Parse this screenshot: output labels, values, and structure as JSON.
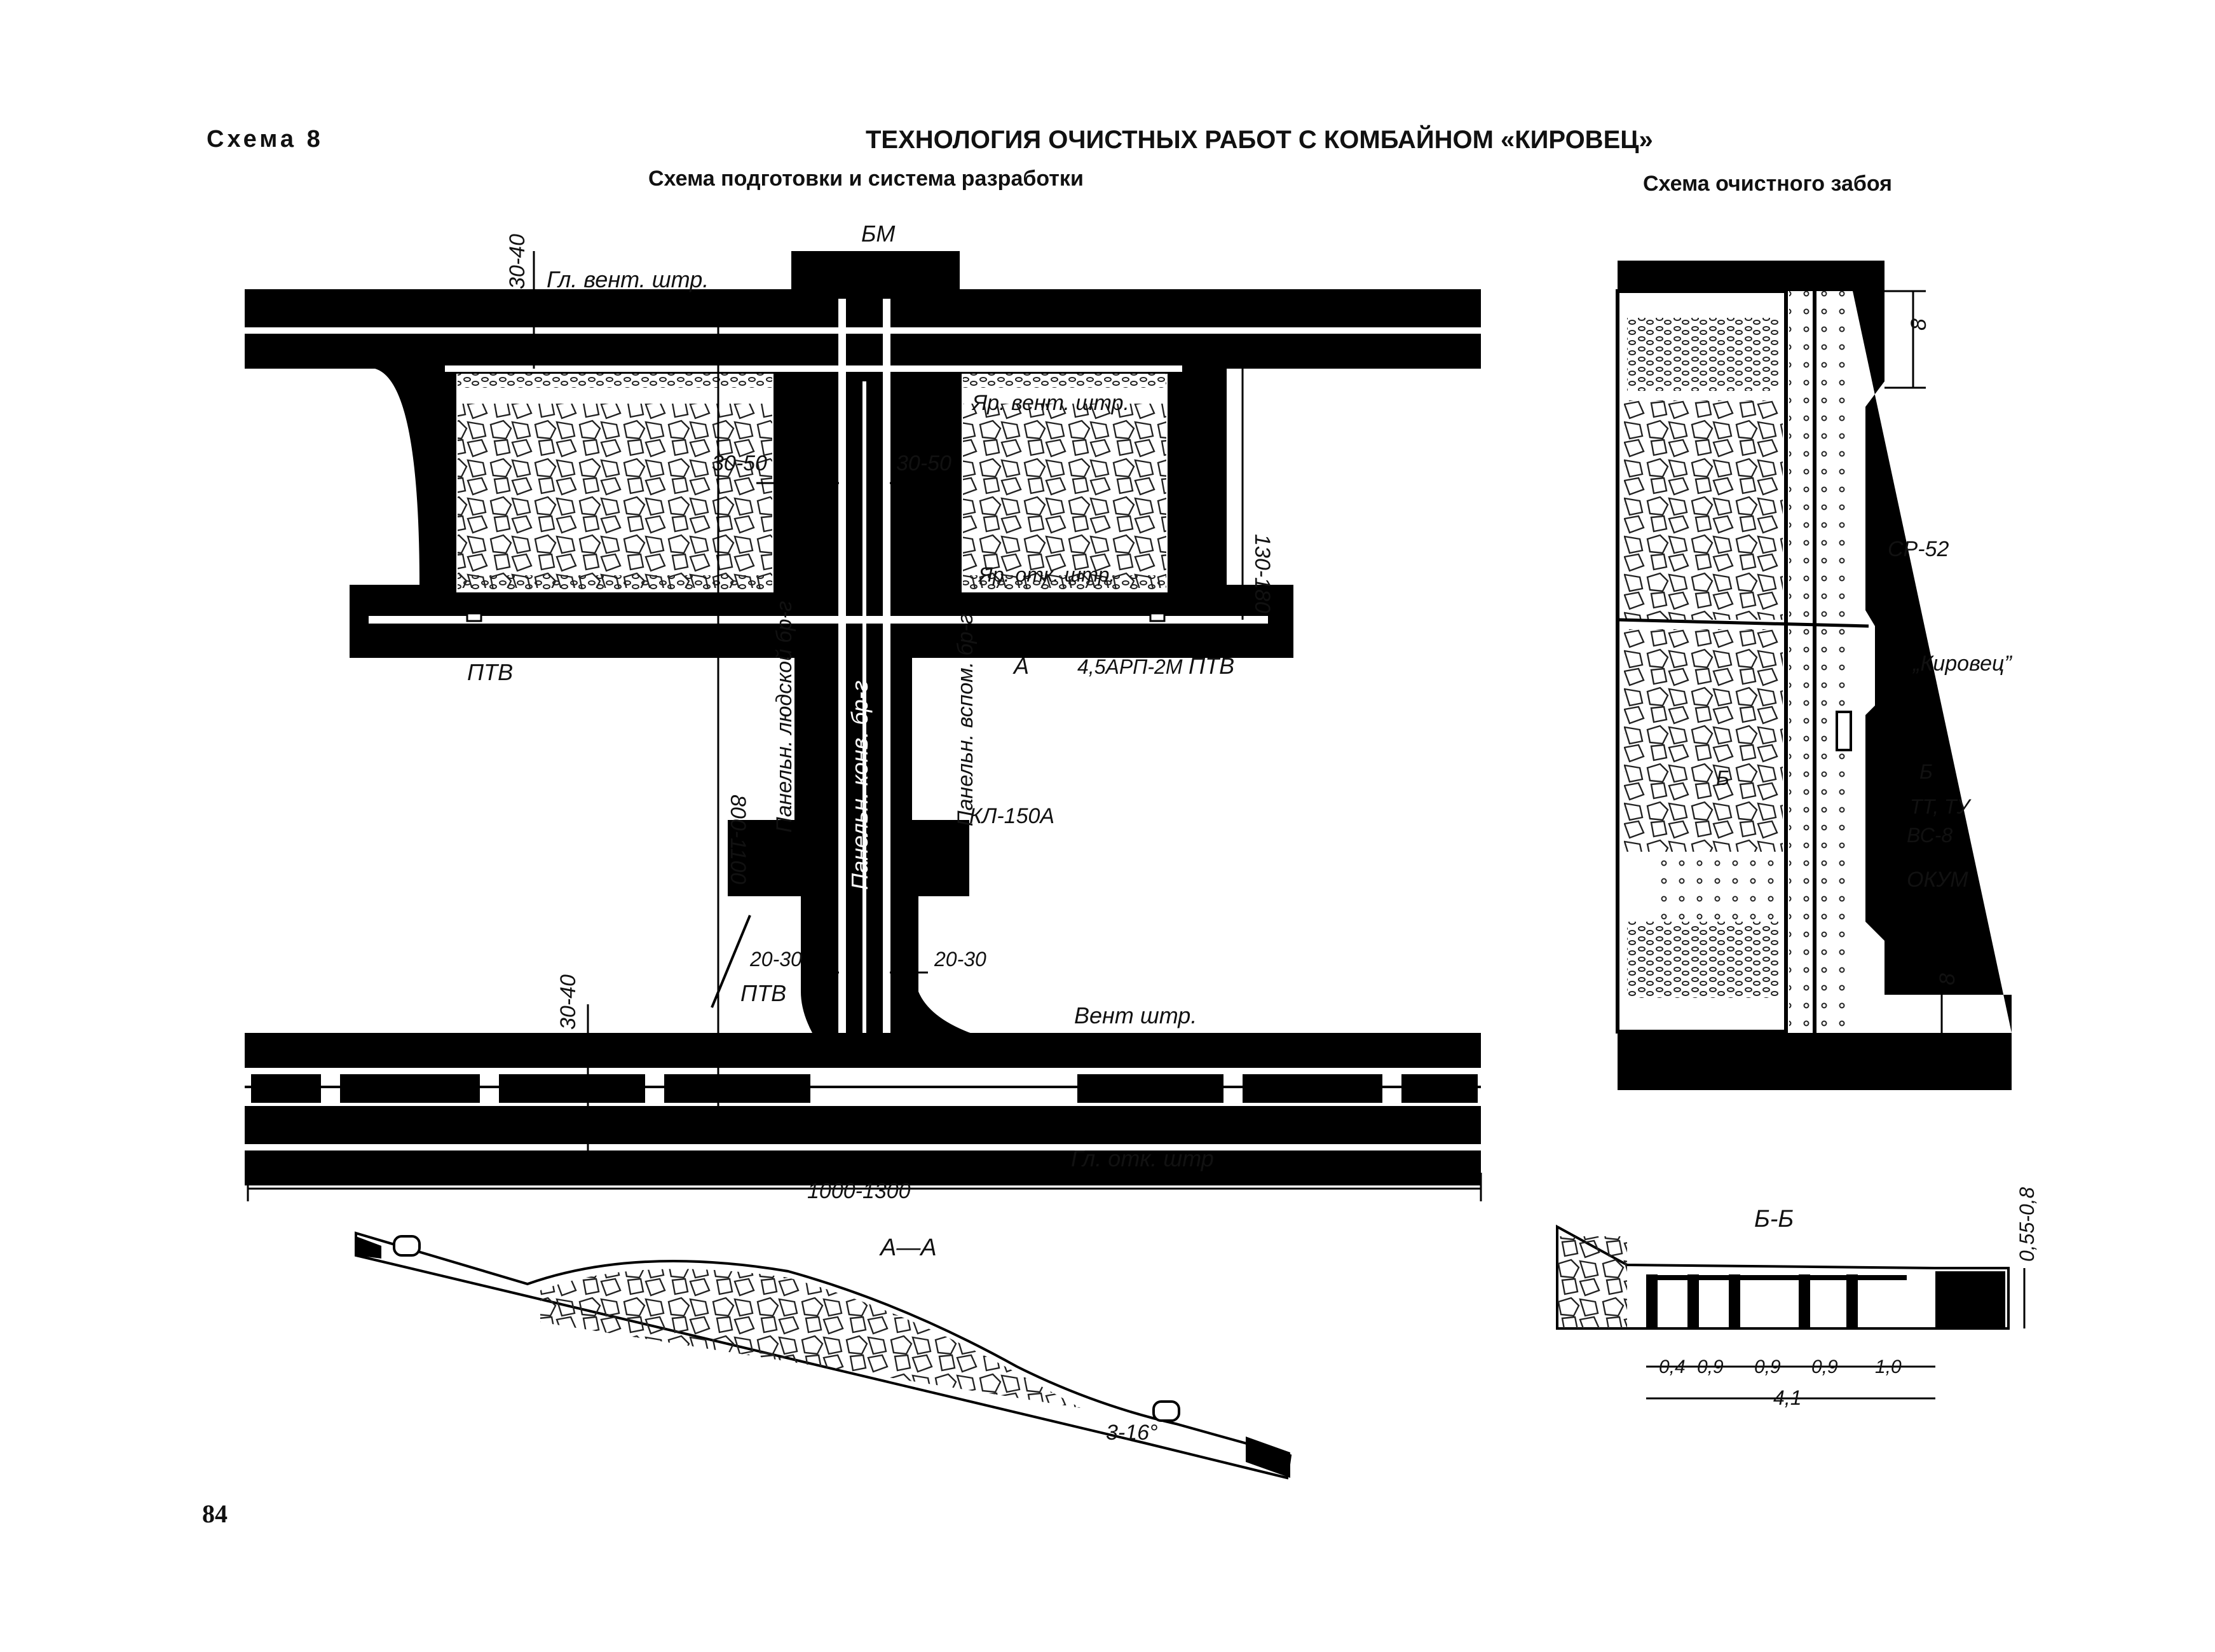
{
  "header": {
    "scheme_label": "Схема 8",
    "title": "ТЕХНОЛОГИЯ ОЧИСТНЫХ РАБОТ С КОМБАЙНОМ «КИРОВЕЦ»",
    "subtitle_left": "Схема подготовки и система разработки",
    "subtitle_right": "Схема очистного забоя"
  },
  "page_number": "84",
  "plan": {
    "labels": {
      "bm": "БМ",
      "gl_vent": "Гл. вент. штр.",
      "yar_vent": "Яр. вент. штр.",
      "yar_otk": "Яр. отк. штр.",
      "ptv_left": "ПТВ",
      "ptv_right": "ПТВ",
      "ptv_low": "ПТВ",
      "section_a": "А",
      "arp": "4,5АРП-2М",
      "ludskoi": "Панельн. людской бр-г",
      "konv": "Панельн. конв. бр-г",
      "vspom": "Панельн. вспом. бр-г",
      "kl": "КЛ-150А",
      "vent_shtr": "Вент штр.",
      "gl_otk": "Гл. отк. штр"
    },
    "dims": {
      "top_3040": "30-40",
      "low_3040": "30-40",
      "pillar_left": "30-50",
      "pillar_right": "30-50",
      "height_130": "130-180",
      "height_800": "800-1100",
      "gap_left": "20-30",
      "gap_right": "20-30",
      "width_total": "1000-1300"
    }
  },
  "face": {
    "labels": {
      "sr52": "СР-52",
      "kirovets": "„Кировец”",
      "b_left": "Б",
      "b_right": "Б",
      "tt": "ТТ, ТУ",
      "vc8": "ВС-8",
      "okum": "ОКУМ"
    },
    "dims": {
      "top": "8",
      "bottom": "8"
    }
  },
  "section_aa": {
    "label": "А—А",
    "angle": "3-16°"
  },
  "section_bb": {
    "label": "Б-Б",
    "height": "0,55-0,8",
    "spacings": [
      "0,4",
      "0,9",
      "0,9",
      "0,9",
      "1,0"
    ],
    "total": "4,1"
  }
}
